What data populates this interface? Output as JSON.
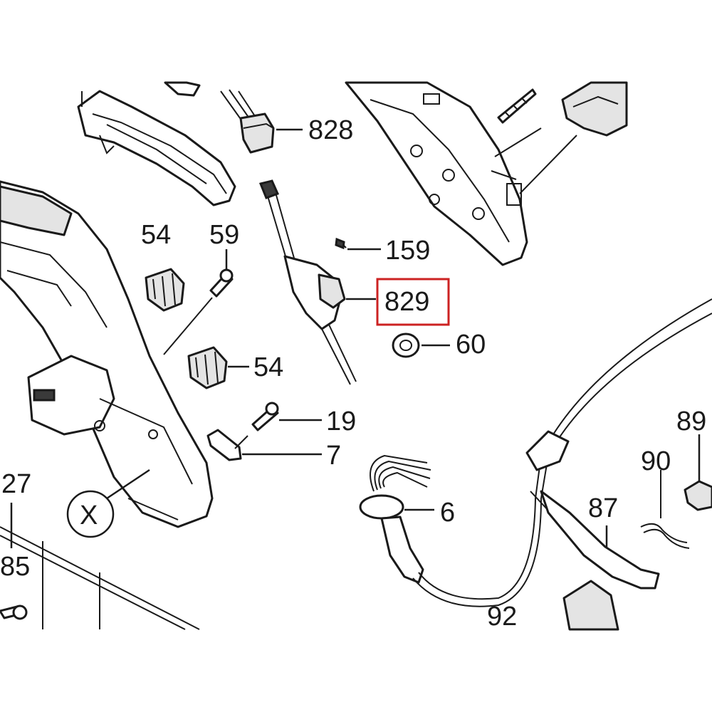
{
  "callouts": {
    "p828": "828",
    "p159": "159",
    "p829": "829",
    "p60": "60",
    "p54a": "54",
    "p59": "59",
    "p54b": "54",
    "p19": "19",
    "p7": "7",
    "p6": "6",
    "p27": "27",
    "p85": "85",
    "p89": "89",
    "p90": "90",
    "p87": "87",
    "p92": "92",
    "detail_x": "X"
  },
  "highlighted_part": "829",
  "colors": {
    "line": "#1a1a1a",
    "highlight": "#cc2222",
    "background": "#ffffff"
  }
}
